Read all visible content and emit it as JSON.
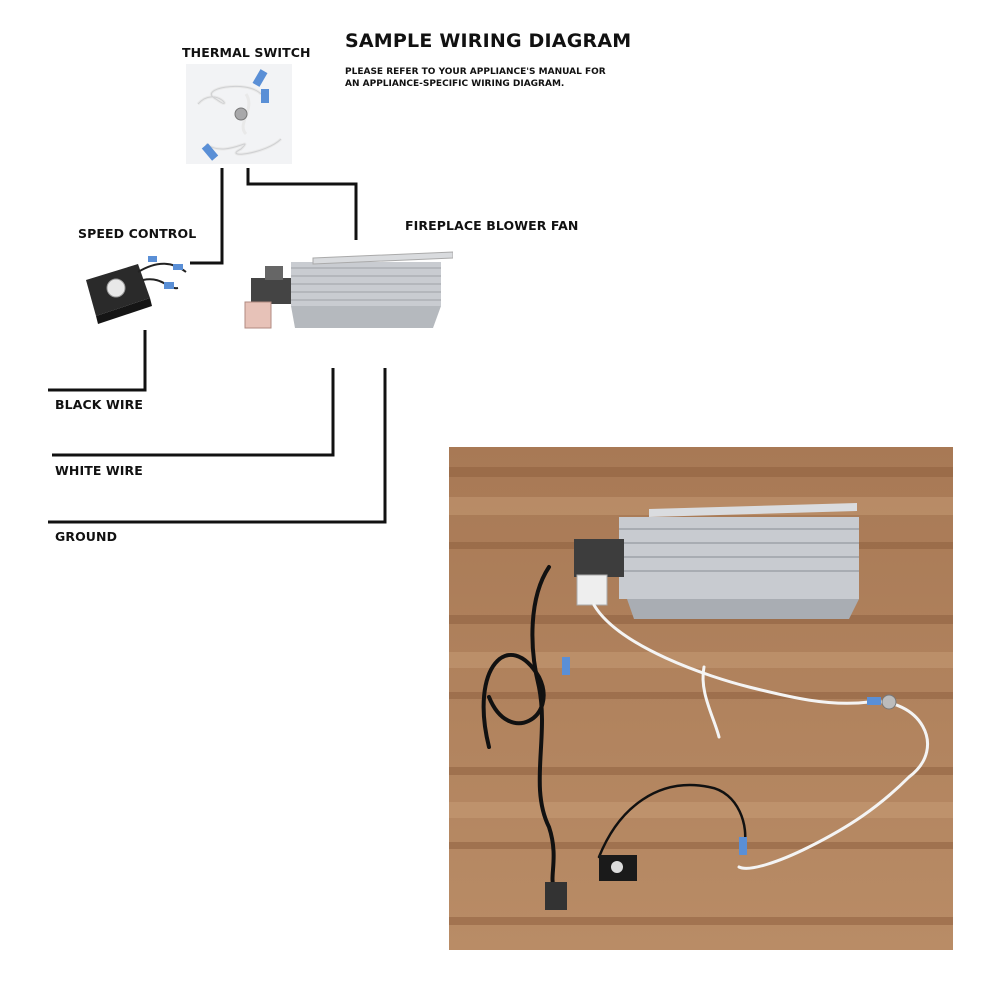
{
  "diagram": {
    "title": "SAMPLE WIRING DIAGRAM",
    "note_lines": [
      "PLEASE REFER TO YOUR APPLIANCE'S MANUAL FOR",
      "AN APPLIANCE-SPECIFIC WIRING DIAGRAM."
    ],
    "components": {
      "thermal_switch": "THERMAL SWITCH",
      "speed_control": "SPEED CONTROL",
      "blower_fan": "FIREPLACE BLOWER FAN"
    },
    "wires": {
      "black": "BLACK WIRE",
      "white": "WHITE WIRE",
      "ground": "GROUND"
    }
  },
  "colors": {
    "line": "#111111",
    "wood_light": "#b58660",
    "wood_dark": "#8f6140",
    "fan_metal": "#c9ccd1",
    "speed_box": "#2a2a2a",
    "connector_blue": "#5a8fd6"
  },
  "icons": {
    "thermal_switch": "thermal-switch-photo",
    "speed_control": "speed-control-photo",
    "blower_fan": "blower-fan-photo",
    "assembled": "assembled-kit-photo"
  }
}
